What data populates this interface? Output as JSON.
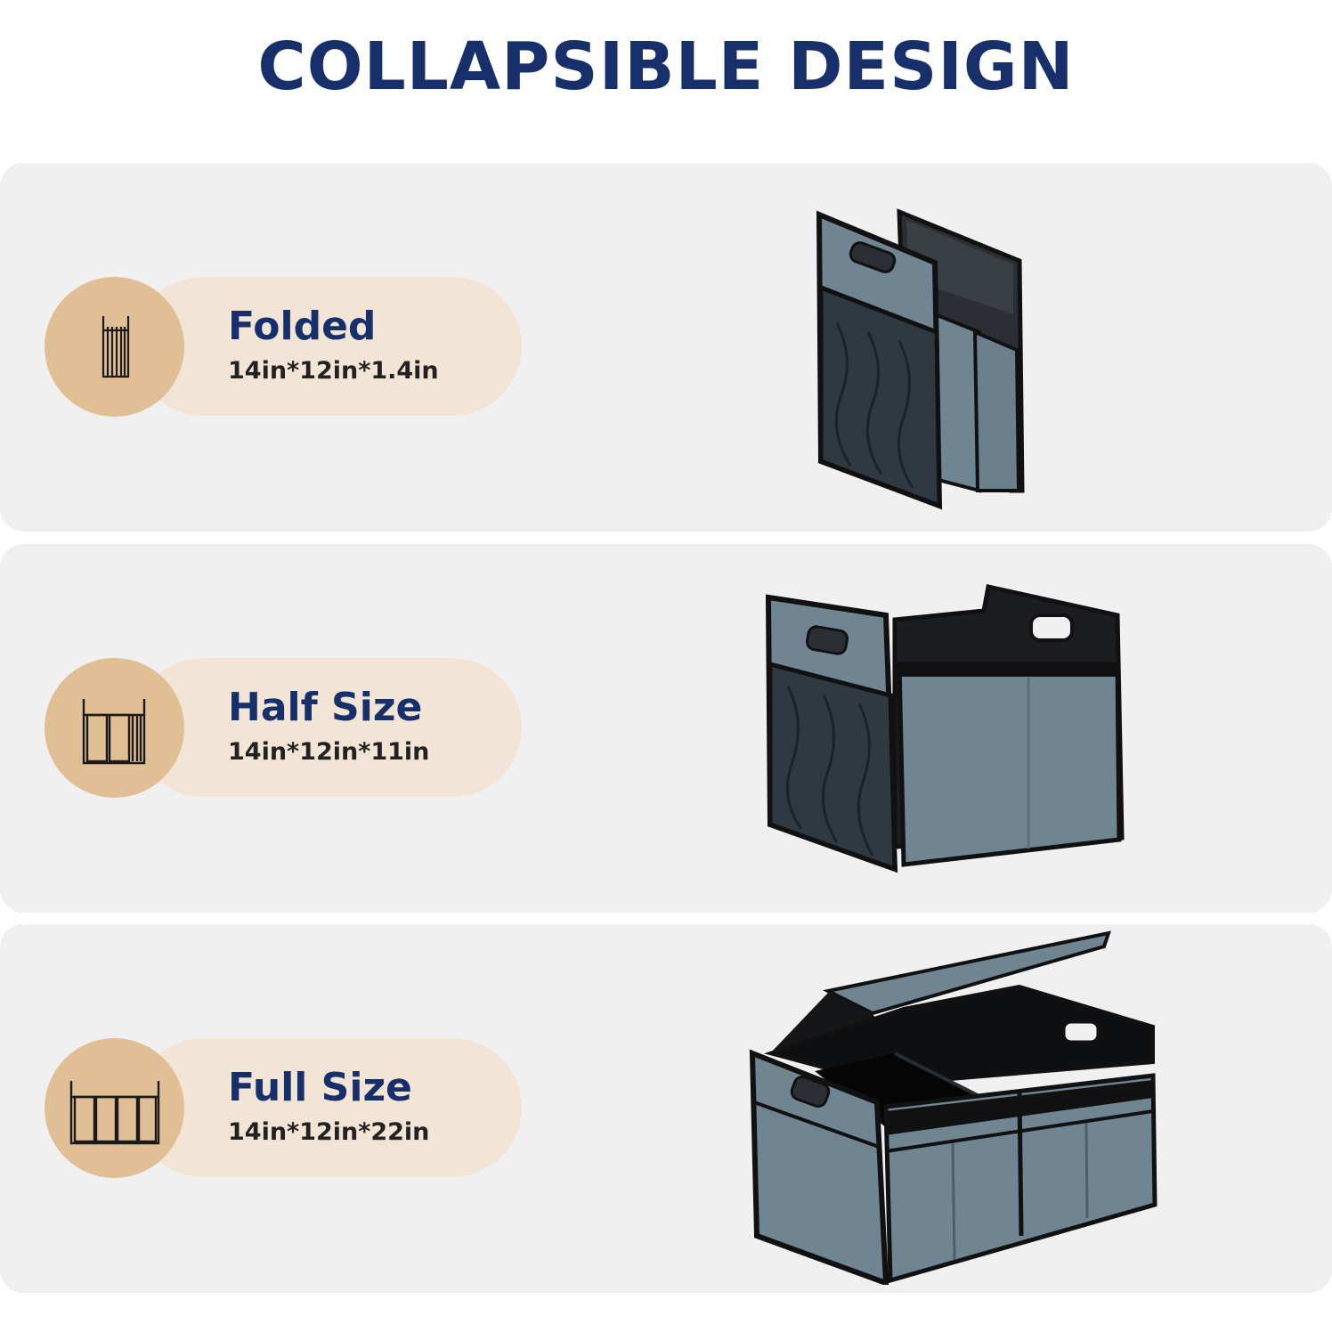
{
  "title": "COLLAPSIBLE DESIGN",
  "colors": {
    "title": "#17306b",
    "panel": "#f0f0f0",
    "pill": "#f3e5d6",
    "circle": "#e1bf95",
    "fabric": "#6f8591",
    "trim": "#111111"
  },
  "states": [
    {
      "label": "Folded",
      "dimensions": "14in*12in*1.4in",
      "icon": "folded-organizer-icon"
    },
    {
      "label": "Half Size",
      "dimensions": "14in*12in*11in",
      "icon": "half-size-organizer-icon"
    },
    {
      "label": "Full Size",
      "dimensions": "14in*12in*22in",
      "icon": "full-size-organizer-icon"
    }
  ]
}
